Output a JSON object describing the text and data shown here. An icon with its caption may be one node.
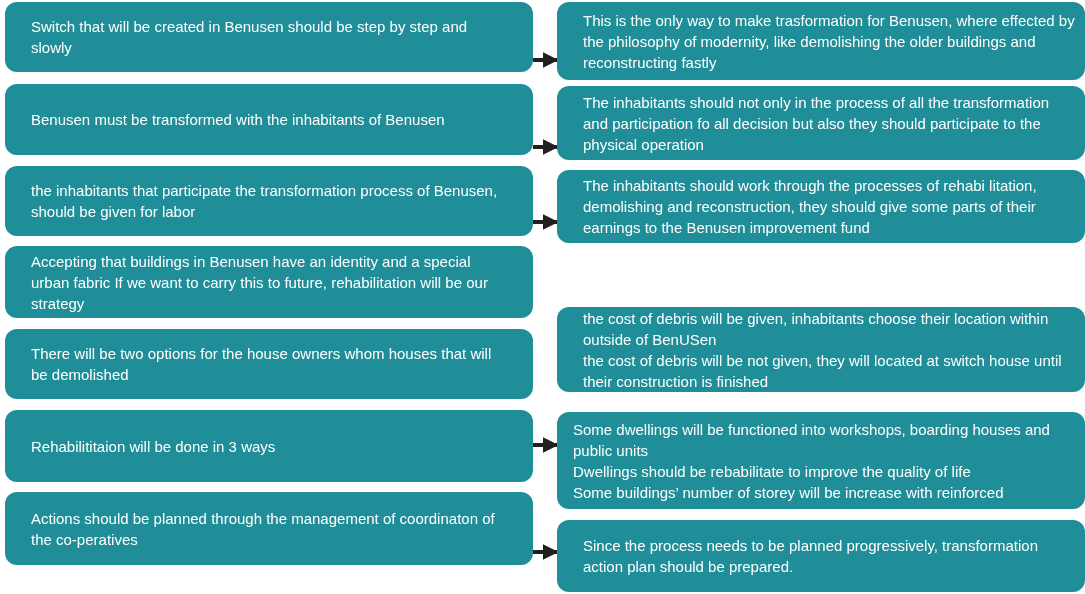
{
  "diagram": {
    "nodes": [
      {
        "text": [
          "Switch that will be created in Benusen should be step by step and slowly"
        ]
      },
      {
        "text": [
          "This is the only way to make trasformation for Benusen, where effected by the philosophy of modernity, like demolishing the older buildings and reconstructing fastly"
        ]
      },
      {
        "text": [
          "Benusen must be transformed with the inhabitants of Benusen"
        ]
      },
      {
        "text": [
          "The inhabitants should not only in the process of all the transformation and participation fo all decision but also they should participate to the physical operation"
        ]
      },
      {
        "text": [
          "the inhabitants that participate the transformation process of Benusen, should be given for labor"
        ]
      },
      {
        "text": [
          "The inhabitants should work through the processes of rehabi litation, demolishing and reconstruction, they should give some parts of their earnings to the Benusen improvement fund"
        ]
      },
      {
        "text": [
          "Accepting that buildings in Benusen have an identity and a special urban fabric If we want to carry this to future, rehabilitation will be our strategy"
        ]
      },
      {
        "text": [
          "There will be two options for the house owners whom houses that will be demolished"
        ]
      },
      {
        "text": [
          "the cost of debris will be given, inhabitants choose their location within outside of BenUSen",
          "the cost of debris will be not given, they will located at switch house until their construction is finished"
        ]
      },
      {
        "text": [
          "Rehabilititaion will be done in 3 ways"
        ]
      },
      {
        "text": [
          "Some dwellings will be functioned into workshops, boarding houses and public units",
          "Dwellings should be rebabilitate to improve the quality of life",
          "Some buildings’ number of storey will be increase with reinforced"
        ]
      },
      {
        "text": [
          "Actions should be planned through the management of coordinaton of the co-peratives"
        ]
      },
      {
        "text": [
          "Since the process needs to be planned progressively, transformation action plan should be prepared."
        ]
      }
    ],
    "edges": [
      {
        "from": 0,
        "to": 1,
        "arrow": "to"
      },
      {
        "from": 2,
        "to": 3,
        "arrow": "to"
      },
      {
        "from": 4,
        "to": 5,
        "arrow": "to"
      },
      {
        "from": 9,
        "to": 10,
        "arrow": "to"
      },
      {
        "from": 11,
        "to": 12,
        "arrow": "to"
      }
    ]
  }
}
